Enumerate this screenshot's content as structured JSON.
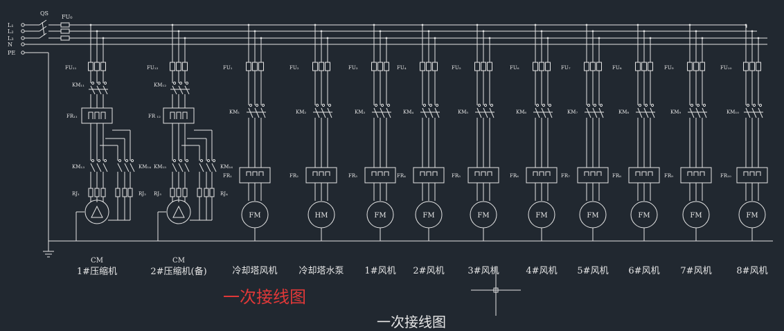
{
  "diagram": {
    "colors": {
      "background": "#212830",
      "line": "#e6e6e6",
      "title_red": "#e03838",
      "title_white": "#e6e6e6"
    },
    "bus_labels": [
      "L₁",
      "L₂",
      "L₃",
      "N",
      "PE"
    ],
    "main_switch": {
      "label": "QS"
    },
    "main_fuse": {
      "label": "FU₀"
    },
    "branches": [
      {
        "type": "compressor",
        "fuse": "FU₁₁",
        "contactor_main": "KM₁₁",
        "relay": "FR₁₁",
        "contactor_a": "KM₁₃",
        "contactor_b": "KM₁₄",
        "resistor_a": "RJ₁",
        "resistor_b": "RJ₂",
        "motor": "CM",
        "caption": "1#压缩机"
      },
      {
        "type": "compressor",
        "fuse": "FU₁₂",
        "contactor_main": "KM₁₂",
        "relay": "FR ₁₂",
        "contactor_a": "KM₁₅",
        "contactor_b": "KM₁₆",
        "resistor_a": "RJ₃",
        "resistor_b": "RJ₄",
        "motor": "CM",
        "caption": "2#压缩机(备)"
      },
      {
        "type": "fan",
        "fuse": "FU₁",
        "contactor": "KM₁",
        "relay": "FR₁",
        "motor": "FM",
        "caption": "冷却塔风机"
      },
      {
        "type": "fan",
        "fuse": "FU₂",
        "contactor": "KM₂",
        "relay": "FR₂",
        "motor": "HM",
        "caption": "冷却塔水泵"
      },
      {
        "type": "fan",
        "fuse": "FU₃",
        "contactor": "KM₃",
        "relay": "FR₃",
        "motor": "FM",
        "caption": "1#风机"
      },
      {
        "type": "fan",
        "fuse": "FU₄",
        "contactor": "KM₄",
        "relay": "FR₄",
        "motor": "FM",
        "caption": "2#风机"
      },
      {
        "type": "fan",
        "fuse": "FU₅",
        "contactor": "KM₅",
        "relay": "FR₅",
        "motor": "FM",
        "caption": "3#风机"
      },
      {
        "type": "fan",
        "fuse": "FU₆",
        "contactor": "KM₆",
        "relay": "FR₆",
        "motor": "FM",
        "caption": "4#风机"
      },
      {
        "type": "fan",
        "fuse": "FU₇",
        "contactor": "KM₇",
        "relay": "FR₇",
        "motor": "FM",
        "caption": "5#风机"
      },
      {
        "type": "fan",
        "fuse": "FU₈",
        "contactor": "KM₈",
        "relay": "FR₈",
        "motor": "FM",
        "caption": "6#风机"
      },
      {
        "type": "fan",
        "fuse": "FU₉",
        "contactor": "KM₉",
        "relay": "FR₉",
        "motor": "FM",
        "caption": "7#风机"
      },
      {
        "type": "fan",
        "fuse": "FU₁₀",
        "contactor": "KM₁₀",
        "relay": "FR₁₀",
        "motor": "FM",
        "caption": "8#风机"
      }
    ],
    "title_red": "一次接线图",
    "title_white": "一次接线图"
  }
}
